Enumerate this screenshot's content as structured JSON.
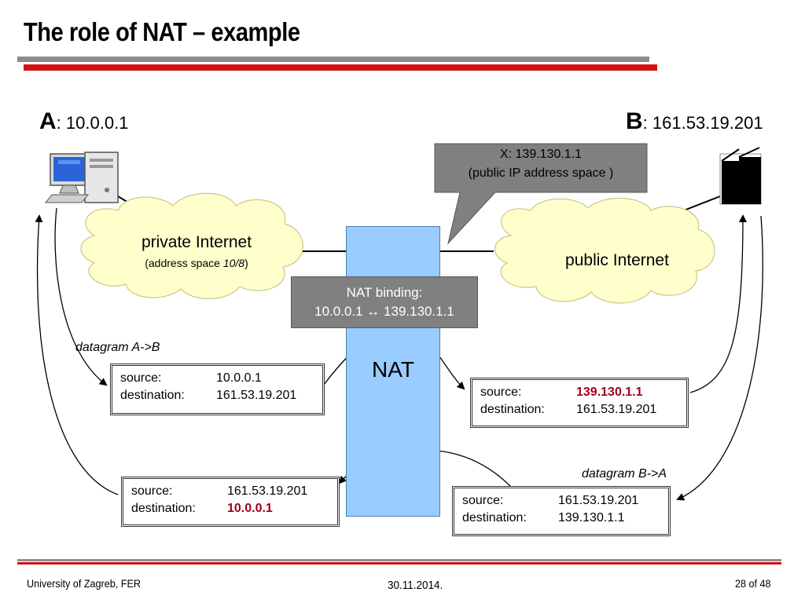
{
  "title": "The role of NAT – example",
  "host_a": {
    "letter": "A",
    "address": ": 10.0.0.1"
  },
  "host_b": {
    "letter": "B",
    "address": ": 161.53.19.201"
  },
  "callout": {
    "line1": "X: 139.130.1.1",
    "line2": "(public IP address space )"
  },
  "private_cloud": {
    "title": "private Internet",
    "sub_prefix": "(address space ",
    "sub_italic": "10/8",
    "sub_suffix": ")"
  },
  "public_cloud": {
    "title": "public Internet"
  },
  "nat_binding": {
    "line1": "NAT binding:",
    "line2": "10.0.0.1 ↔ 139.130.1.1"
  },
  "nat_label": "NAT",
  "label_a_to_b": "datagram A->B",
  "label_b_to_a": "datagram B->A",
  "datagrams": [
    {
      "source_label": "source:",
      "source": "10.0.0.1",
      "dest_label": "destination:",
      "dest": "161.53.19.201"
    },
    {
      "source_label": "source:",
      "source": "139.130.1.1",
      "dest_label": "destination:",
      "dest": "161.53.19.201"
    },
    {
      "source_label": "source:",
      "source": "161.53.19.201",
      "dest_label": "destination:",
      "dest": "10.0.0.1"
    },
    {
      "source_label": "source:",
      "source": "161.53.19.201",
      "dest_label": "destination:",
      "dest": "139.130.1.1"
    }
  ],
  "footer": {
    "left": "University of Zagreb, FER",
    "center": "30.11.2014.",
    "right": "28 of 48"
  },
  "colors": {
    "nat_column": "#99ccff",
    "cloud": "#ffffcc",
    "highlight": "#a00020",
    "accent_red": "#d01414"
  },
  "icons": {
    "host_a": "desktop-computer-icon",
    "host_b": "server-icon"
  }
}
